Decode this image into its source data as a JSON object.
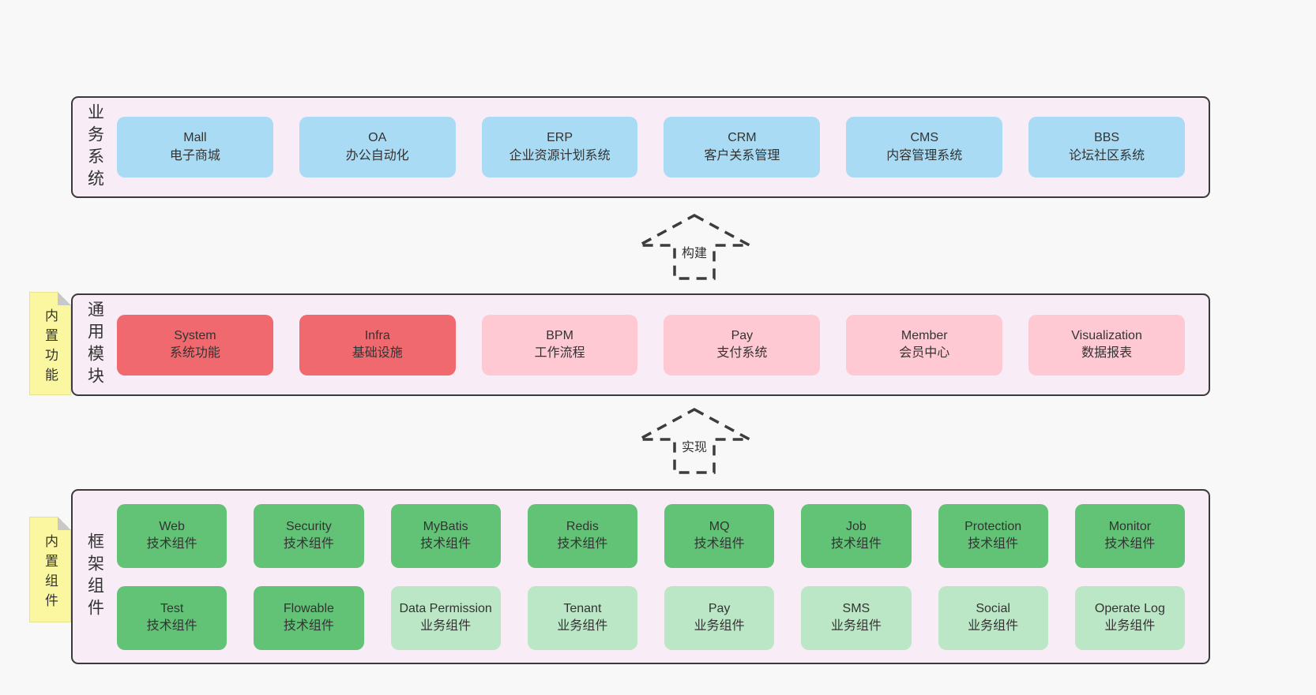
{
  "page": {
    "background": "#f8f8f8"
  },
  "colors": {
    "blue": "#a9dbf4",
    "red": "#f0696e",
    "pink": "#fec9d3",
    "green": "#62c377",
    "lightgreen": "#bce7c6",
    "container_bg": "#f8ecf6",
    "container_border": "#3a3a3a",
    "note_bg": "#fbf7a1",
    "note_fold": "#c8c8c8",
    "text": "#333333"
  },
  "arrows": [
    {
      "label": "构建"
    },
    {
      "label": "实现"
    }
  ],
  "sections": [
    {
      "label": "业务系统",
      "note": null,
      "rows": [
        [
          {
            "title": "Mall",
            "subtitle": "电子商城",
            "variant": "blue"
          },
          {
            "title": "OA",
            "subtitle": "办公自动化",
            "variant": "blue"
          },
          {
            "title": "ERP",
            "subtitle": "企业资源计划系统",
            "variant": "blue"
          },
          {
            "title": "CRM",
            "subtitle": "客户关系管理",
            "variant": "blue"
          },
          {
            "title": "CMS",
            "subtitle": "内容管理系统",
            "variant": "blue"
          },
          {
            "title": "BBS",
            "subtitle": "论坛社区系统",
            "variant": "blue"
          }
        ]
      ]
    },
    {
      "label": "通用模块",
      "note": "内置功能",
      "rows": [
        [
          {
            "title": "System",
            "subtitle": "系统功能",
            "variant": "red"
          },
          {
            "title": "Infra",
            "subtitle": "基础设施",
            "variant": "red"
          },
          {
            "title": "BPM",
            "subtitle": "工作流程",
            "variant": "pink"
          },
          {
            "title": "Pay",
            "subtitle": "支付系统",
            "variant": "pink"
          },
          {
            "title": "Member",
            "subtitle": "会员中心",
            "variant": "pink"
          },
          {
            "title": "Visualization",
            "subtitle": "数据报表",
            "variant": "pink"
          }
        ]
      ]
    },
    {
      "label": "框架组件",
      "note": "内置组件",
      "rows": [
        [
          {
            "title": "Web",
            "subtitle": "技术组件",
            "variant": "green"
          },
          {
            "title": "Security",
            "subtitle": "技术组件",
            "variant": "green"
          },
          {
            "title": "MyBatis",
            "subtitle": "技术组件",
            "variant": "green"
          },
          {
            "title": "Redis",
            "subtitle": "技术组件",
            "variant": "green"
          },
          {
            "title": "MQ",
            "subtitle": "技术组件",
            "variant": "green"
          },
          {
            "title": "Job",
            "subtitle": "技术组件",
            "variant": "green"
          },
          {
            "title": "Protection",
            "subtitle": "技术组件",
            "variant": "green"
          },
          {
            "title": "Monitor",
            "subtitle": "技术组件",
            "variant": "green"
          }
        ],
        [
          {
            "title": "Test",
            "subtitle": "技术组件",
            "variant": "green"
          },
          {
            "title": "Flowable",
            "subtitle": "技术组件",
            "variant": "green"
          },
          {
            "title": "Data Permission",
            "subtitle": "业务组件",
            "variant": "lightgreen"
          },
          {
            "title": "Tenant",
            "subtitle": "业务组件",
            "variant": "lightgreen"
          },
          {
            "title": "Pay",
            "subtitle": "业务组件",
            "variant": "lightgreen"
          },
          {
            "title": "SMS",
            "subtitle": "业务组件",
            "variant": "lightgreen"
          },
          {
            "title": "Social",
            "subtitle": "业务组件",
            "variant": "lightgreen"
          },
          {
            "title": "Operate Log",
            "subtitle": "业务组件",
            "variant": "lightgreen"
          }
        ]
      ]
    }
  ]
}
